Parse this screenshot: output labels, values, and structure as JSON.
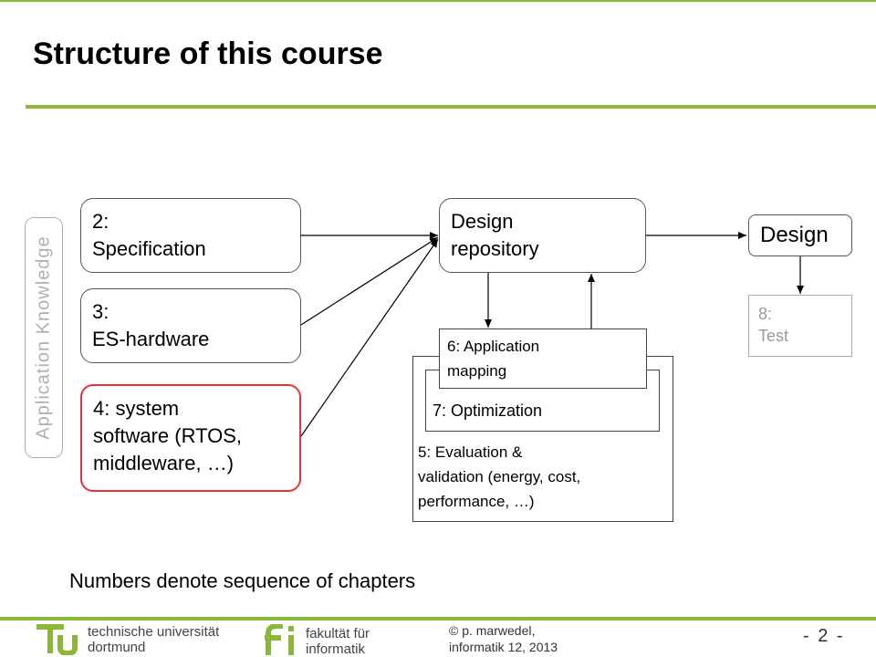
{
  "title": "Structure of this course",
  "side_label": "Application Knowledge",
  "boxes": {
    "spec": [
      "2:",
      "Specification"
    ],
    "hw": [
      "3:",
      "ES-hardware"
    ],
    "sw": [
      "4: system",
      "software (RTOS,",
      "middleware, …)"
    ],
    "repo": [
      "Design",
      "repository"
    ],
    "design": "Design",
    "test": [
      "8:",
      "Test"
    ],
    "mapping": [
      "6: Application",
      "mapping"
    ],
    "optimization": "7: Optimization",
    "evaluation": [
      "5: Evaluation &",
      "validation (energy, cost,",
      "performance, …)"
    ]
  },
  "note": "Numbers denote sequence of chapters",
  "footer": {
    "tu_line1": "technische universität",
    "tu_line2": "dortmund",
    "fi_line1": "fakultät für",
    "fi_line2": "informatik",
    "copyright_line1": "© p. marwedel,",
    "copyright_line2": "informatik 12,  2013",
    "page": "- 2 -"
  },
  "colors": {
    "accent": "#8cb83a",
    "highlight": "#e0353a",
    "muted": "#b0b0b0"
  }
}
